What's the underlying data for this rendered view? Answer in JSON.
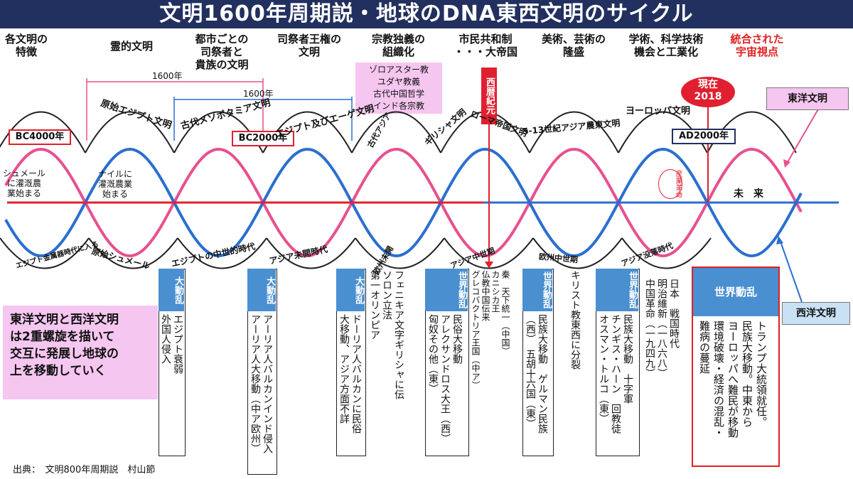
{
  "title": "文明1600年周期説・地球のDNA東西文明のサイクル",
  "headers": [
    {
      "text": "各文明の\n特徴",
      "red": false
    },
    {
      "text": "霊的文明",
      "red": false
    },
    {
      "text": "都市ごとの\n司祭者と\n貴族の文明",
      "red": false
    },
    {
      "text": "司祭者王権の\n文明",
      "red": false
    },
    {
      "text": "宗教独義の\n組織化",
      "red": false
    },
    {
      "text": "市民共和制\n・・・大帝国",
      "red": false
    },
    {
      "text": "美術、芸術の\n隆盛",
      "red": false
    },
    {
      "text": "学術、科学技術\n機会と工業化",
      "red": false
    },
    {
      "text": "統合された\n宇宙視点",
      "red": true
    }
  ],
  "religions": "ゾロアスター教\nユダヤ教義\n古代中国哲学\nインド各宗教",
  "period_1600_a": "1600年",
  "period_1600_b": "1600年",
  "years": {
    "bc4000": "BC4000年",
    "bc2000": "BC2000年",
    "ad2000": "AD2000年"
  },
  "now": "現在\n2018",
  "seireki": "西暦紀元",
  "east_label": "東洋文明",
  "west_label": "西洋文明",
  "eras_top": [
    "原始エジプト文明",
    "古代メソポタミア文明",
    "エジプト及びエーゲ文明",
    "古代アジア",
    "ギリシャ文明",
    "ローマ帝国文明",
    "5-13世紀アジア農東文明",
    "ヨーロッパ文明"
  ],
  "inner_labels": {
    "sumer": "シュメール\nに灌漑農\n業始まる",
    "nile": "ナイルに\n灌漑農業\n始まる",
    "future": "未　来",
    "industrial": "産業革命"
  },
  "eras_bottom": [
    "エジプト金属器時代に入る",
    "原始シュメール",
    "エジプトの中世的時代",
    "アジア未開時代",
    "欧州未開",
    "アジア中世期",
    "欧州中世期",
    "アジア没落時代"
  ],
  "tag_dodoran": "大動乱",
  "tag_sekai": "世界動乱",
  "columns": [
    {
      "id": "c1",
      "tag": "大動乱",
      "text": "エジプト衰弱\n外国人侵入"
    },
    {
      "id": "c2",
      "tag": "大動乱",
      "text": "アーリア人バルカンインド侵入\nアーリア人大移動（中ア欧州）"
    },
    {
      "id": "c3",
      "tag": "大動乱",
      "text": "ドーリア人バルカンに民俗\n大移動、アジア方面不詳"
    },
    {
      "id": "c3b",
      "tag": "",
      "text": "フェニキア文字ギリシャに伝\nソロン立法\n第一オリンピア"
    },
    {
      "id": "c4",
      "tag": "世界動乱",
      "text": "民俗大移動\nアレクサンドロス大王（西）\n匈奴その他（東）"
    },
    {
      "id": "c4b",
      "tag": "",
      "text": "秦　天下統一（中国）\nカニシカ王\n仏教中国伝来\nグレコバクトリア王国（中ア）"
    },
    {
      "id": "c5",
      "tag": "世界動乱",
      "text": "民族大移動　ゲルマン民族\n（西）　五胡十六国（東）"
    },
    {
      "id": "c5b",
      "tag": "",
      "text": "キリスト教東西に分裂"
    },
    {
      "id": "c6",
      "tag": "世界動乱",
      "text": "民族大移動　十字軍\nチンギス・ハーン　回教徒\nオスマン・トルコ（東）"
    },
    {
      "id": "c6b",
      "tag": "",
      "text": "日本　戦国時代\n明治維新（一八六八）\n中国革命（一九四九）"
    },
    {
      "id": "c7",
      "tag": "世界動乱",
      "text": "トランプ大統領就任。\n民族大移動。中東から\nヨーロッパへ難民が移動\n環境破壊・経済の混乱・\n難病の蔓延"
    }
  ],
  "summary": "東洋文明と西洋文明\nは2重螺旋を描いて\n交互に発展し地球の\n上を移動していく",
  "source": "出典：　文明800年周期説　村山節",
  "colors": {
    "pink": "#e8508f",
    "blue": "#2a6fd0",
    "axis_red": "#e02030",
    "axis_blue": "#2a6fd0",
    "title_bg": "#22305f"
  }
}
